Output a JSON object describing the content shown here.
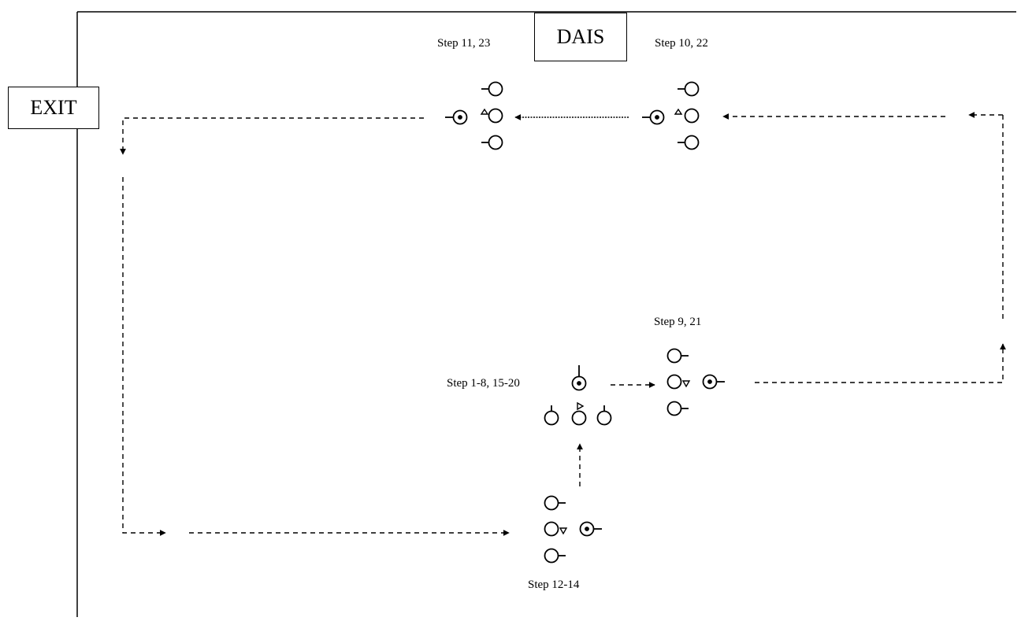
{
  "boxes": {
    "dais": "DAIS",
    "exit": "EXIT"
  },
  "steps": {
    "step_11_23": "Step 11, 23",
    "step_10_22": "Step 10, 22",
    "step_9_21": "Step 9, 21",
    "step_1_8": "Step 1-8, 15-20",
    "step_12_14": "Step 12-14"
  },
  "colors": {
    "ink": "#000000",
    "background": "#ffffff"
  }
}
